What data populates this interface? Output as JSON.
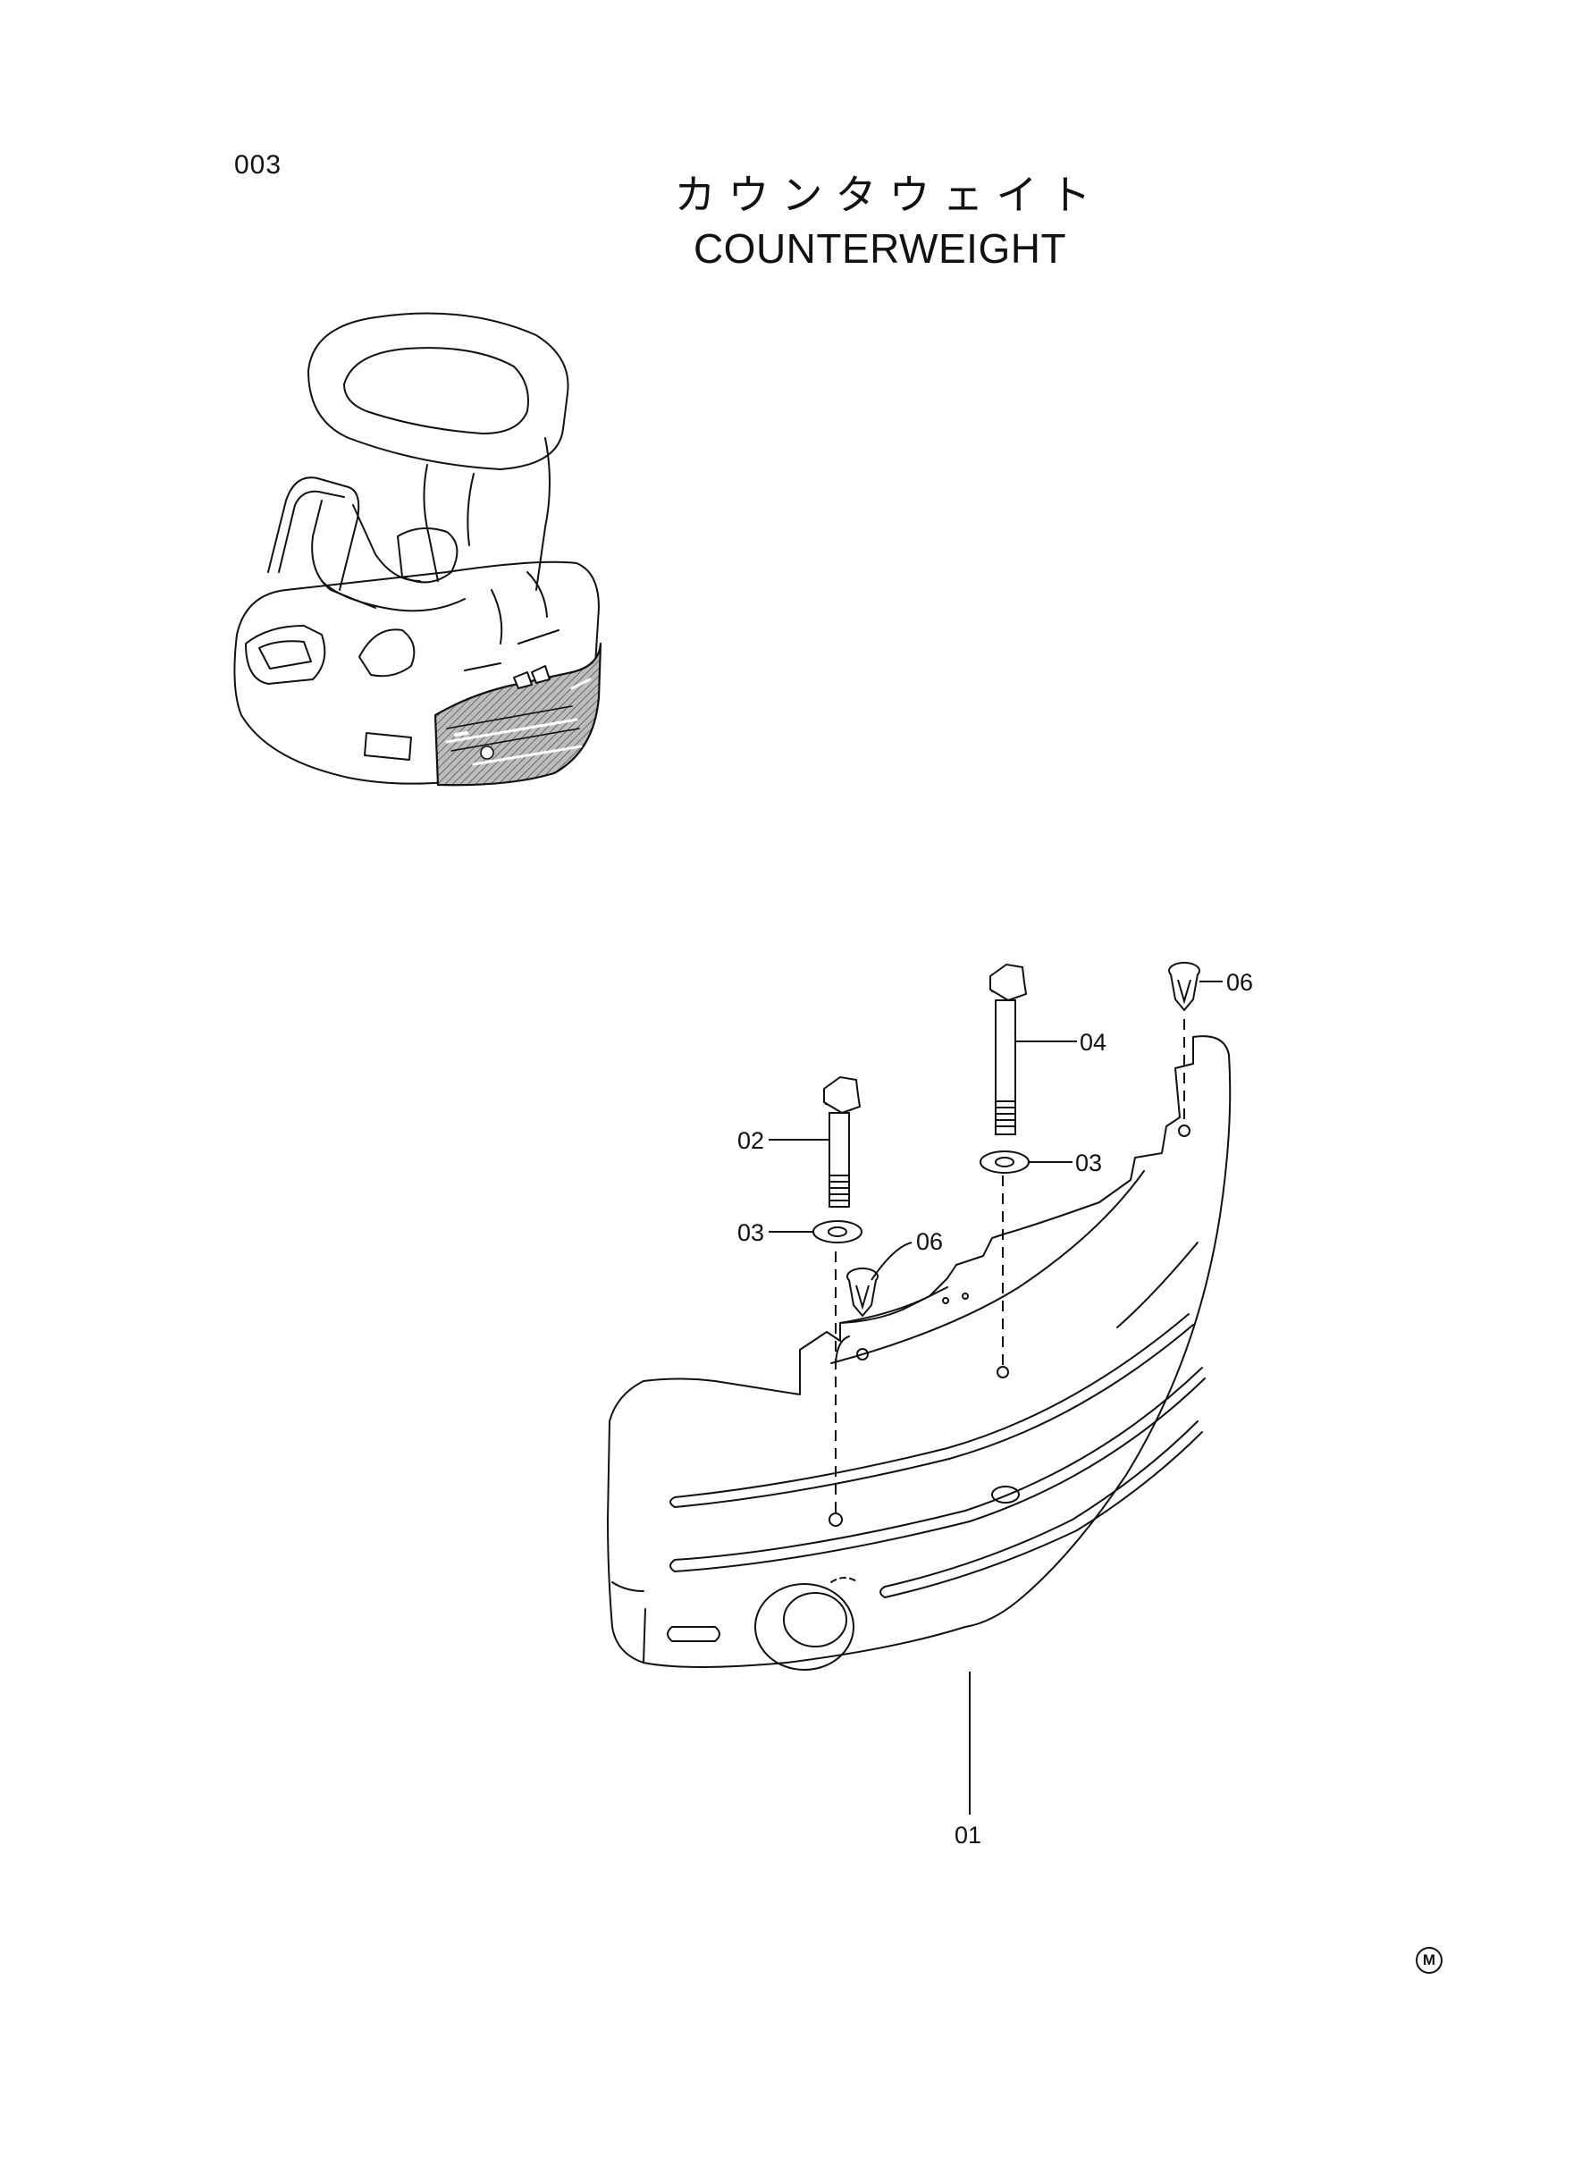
{
  "page": {
    "number": "003",
    "title_ja": "カウンタウェイト",
    "title_en": "COUNTERWEIGHT",
    "maker_mark": "M"
  },
  "callouts": [
    {
      "id": "c01",
      "label": "01"
    },
    {
      "id": "c02",
      "label": "02"
    },
    {
      "id": "c03a",
      "label": "03"
    },
    {
      "id": "c03b",
      "label": "03"
    },
    {
      "id": "c04",
      "label": "04"
    },
    {
      "id": "c06a",
      "label": "06"
    },
    {
      "id": "c06b",
      "label": "06"
    }
  ],
  "colors": {
    "line": "#111111",
    "background": "#ffffff",
    "shaded_part": "#9a9a9a"
  }
}
